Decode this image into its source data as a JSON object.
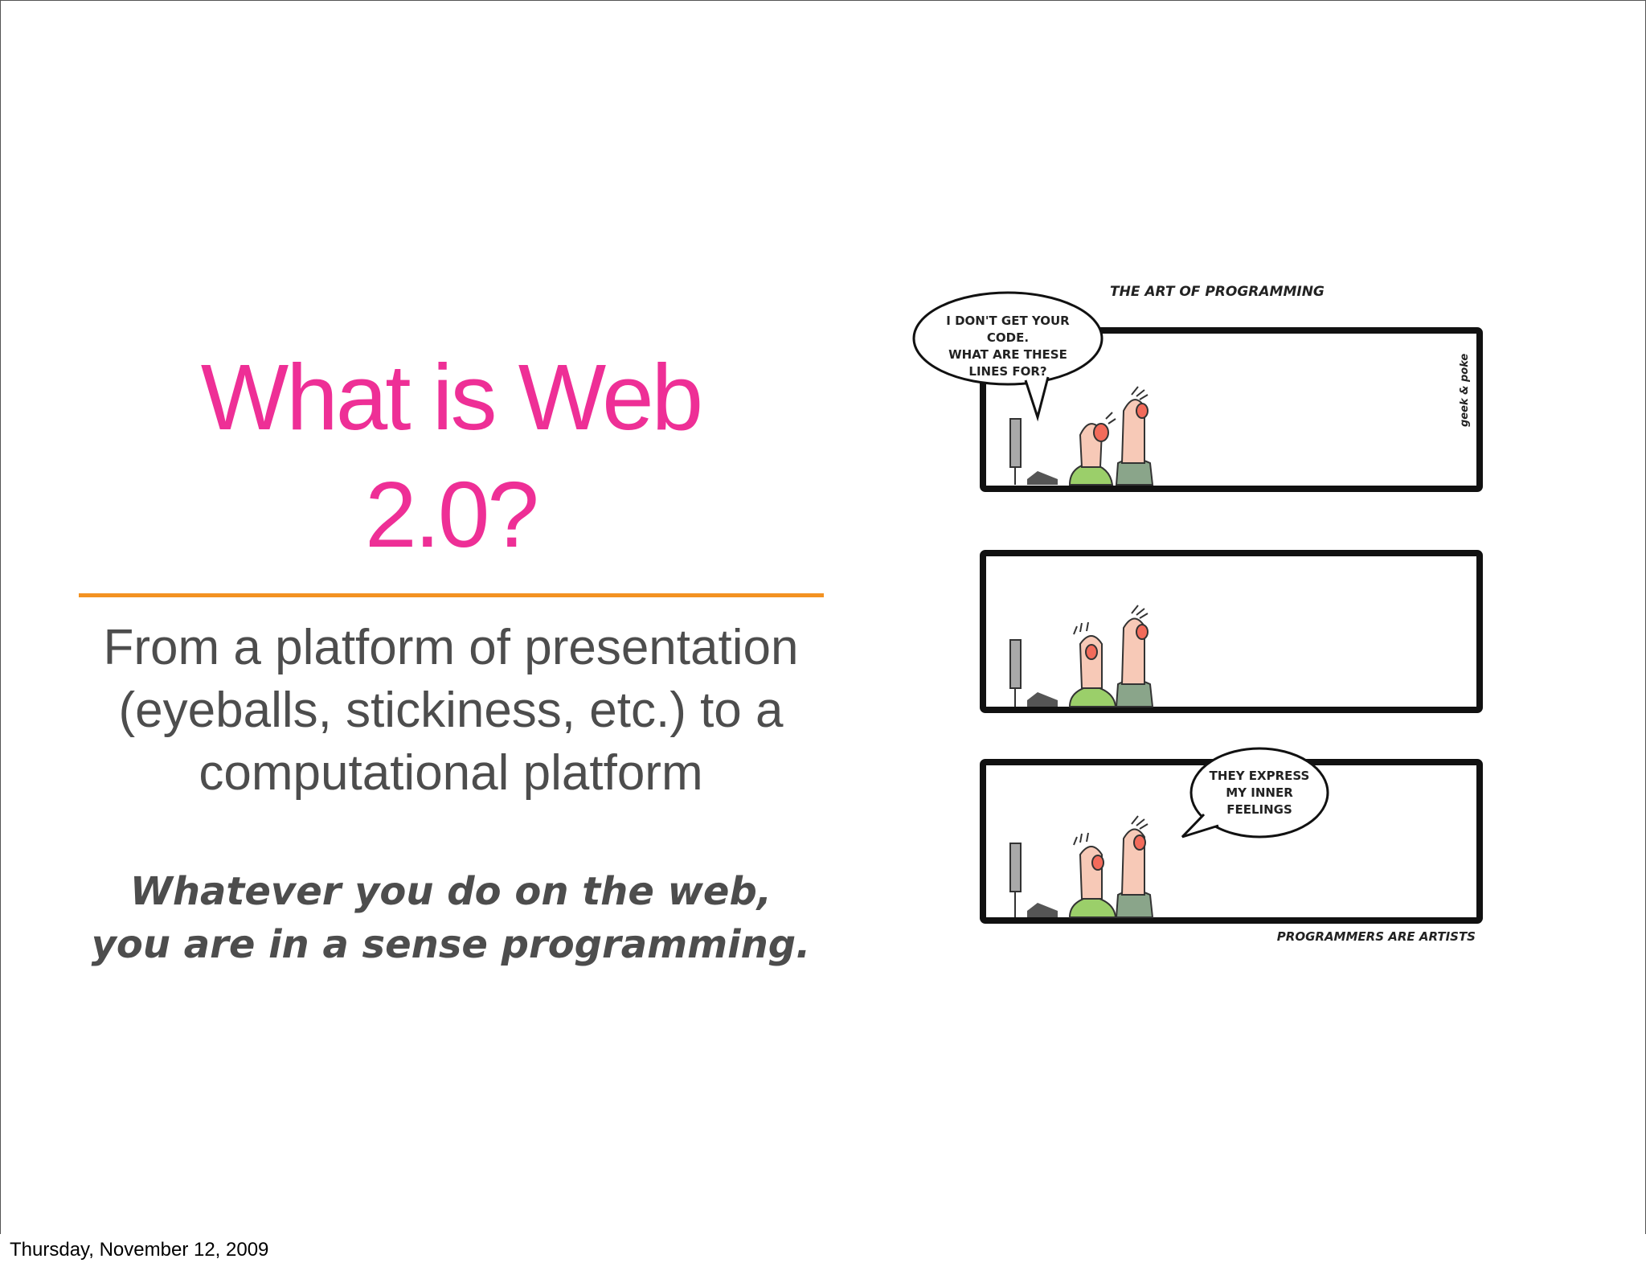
{
  "slide": {
    "title_lines": [
      "What is Web",
      "2.0?"
    ],
    "subtitle_lines": [
      "From a platform of presentation",
      "(eyeballs, stickiness, etc.) to a",
      "computational platform"
    ],
    "tagline_lines": [
      "Whatever you do on the web,",
      "you are in a sense programming."
    ],
    "colors": {
      "title": "#ee2f96",
      "rule": "#f39222",
      "body_text": "#4d4d4d"
    }
  },
  "comic": {
    "heading": "THE ART OF PROGRAMMING",
    "balloon_1_lines": [
      "I DON'T GET YOUR",
      "CODE.",
      "WHAT ARE THESE",
      "LINES FOR?"
    ],
    "balloon_2_lines": [
      "THEY EXPRESS",
      "MY INNER",
      "FEELINGS"
    ],
    "signature": "geek & poke",
    "caption": "PROGRAMMERS ARE ARTISTS"
  },
  "footer": {
    "date": "Thursday, November 12, 2009"
  }
}
